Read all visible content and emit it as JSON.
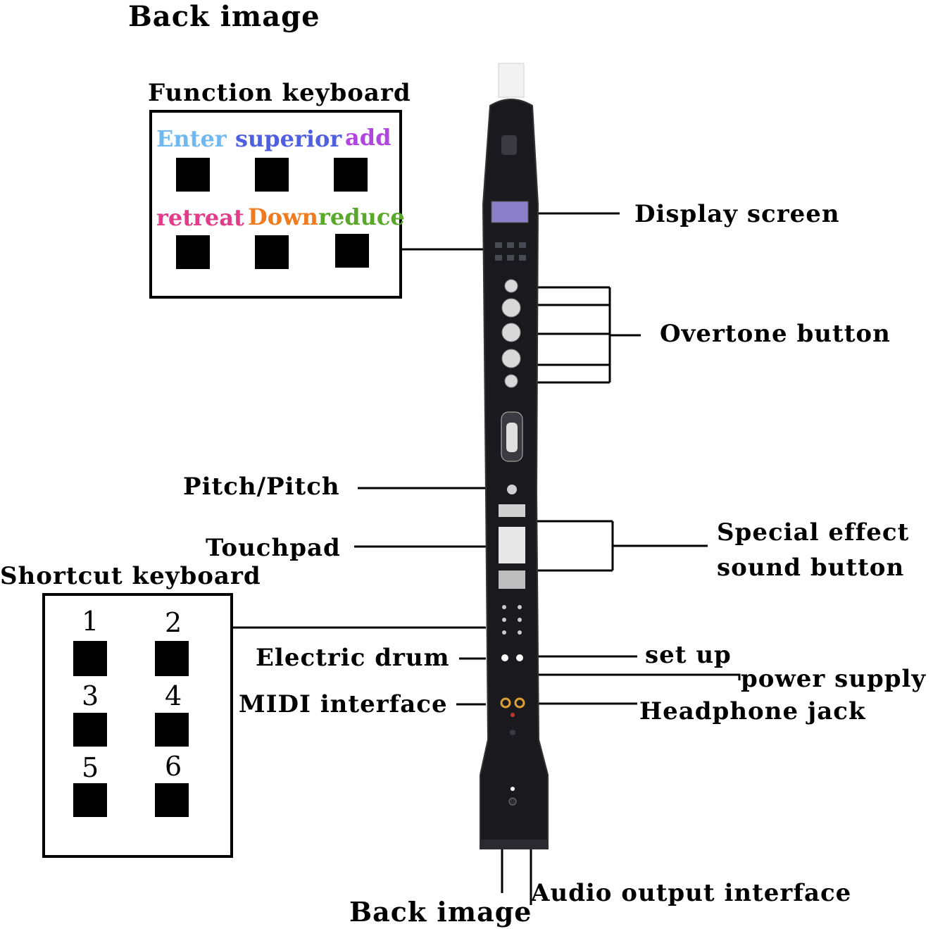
{
  "diagram": {
    "top_title": "Back image",
    "bottom_title": "Back image",
    "function_keyboard": {
      "title": "Function keyboard",
      "keys": [
        {
          "label": "Enter",
          "color": "#6fb8f0"
        },
        {
          "label": "superior",
          "color": "#4f5fe0"
        },
        {
          "label": "add",
          "color": "#b046e0"
        },
        {
          "label": "retreat",
          "color": "#e23b8a"
        },
        {
          "label": "Down",
          "color": "#f07a1e"
        },
        {
          "label": "reduce",
          "color": "#5aa82a"
        }
      ]
    },
    "shortcut_keyboard": {
      "title": "Shortcut keyboard",
      "keys": [
        "1",
        "2",
        "3",
        "4",
        "5",
        "6"
      ]
    },
    "callouts": {
      "display_screen": "Display screen",
      "overtone_button": "Overtone button",
      "pitch": "Pitch/Pitch",
      "touchpad": "Touchpad",
      "special_effect_line1": "Special effect",
      "special_effect_line2": "sound button",
      "electric_drum": "Electric drum",
      "set_up": "set up",
      "power_supply": "power supply",
      "midi_interface": "MIDI interface",
      "headphone_jack": "Headphone jack",
      "audio_output": "Audio output interface"
    },
    "instrument": {
      "body_color": "#1a1a1e",
      "screen_color": "#8a7fc8"
    }
  }
}
